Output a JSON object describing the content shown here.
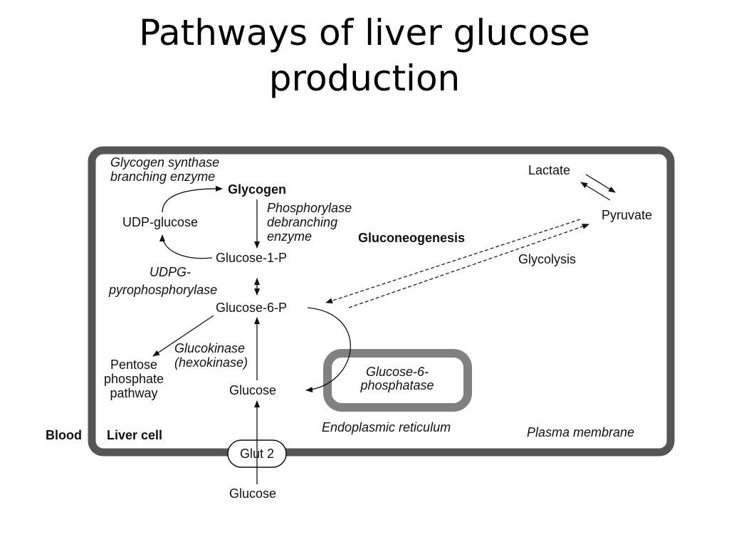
{
  "title": {
    "line1": "Pathways of liver glucose",
    "line2": "production"
  },
  "colors": {
    "membrane": "#555555",
    "er": "#808080",
    "text": "#111111"
  },
  "diagram": {
    "enzymes": {
      "glycogen_synthase_1": "Glycogen synthase",
      "glycogen_synthase_2": "branching enzyme",
      "phosphorylase_1": "Phosphorylase",
      "phosphorylase_2": "debranching",
      "phosphorylase_3": "enzyme",
      "udpg_1": "UDPG-",
      "udpg_2": "pyrophosphorylase",
      "glucokinase_1": "Glucokinase",
      "glucokinase_2": "(hexokinase)",
      "g6pase_1": "Glucose-6-",
      "g6pase_2": "phosphatase"
    },
    "metabolites": {
      "glycogen": "Glycogen",
      "udp_glucose": "UDP-glucose",
      "glucose_1_p": "Glucose-1-P",
      "glucose_6_p": "Glucose-6-P",
      "glucose_cell": "Glucose",
      "glucose_blood": "Glucose",
      "lactate": "Lactate",
      "pyruvate": "Pyruvate",
      "pentose_1": "Pentose",
      "pentose_2": "phosphate",
      "pentose_3": "pathway"
    },
    "pathways": {
      "gluconeogenesis": "Gluconeogenesis",
      "glycolysis": "Glycolysis"
    },
    "compartments": {
      "blood": "Blood",
      "liver_cell": "Liver cell",
      "er": "Endoplasmic reticulum",
      "plasma_membrane": "Plasma membrane"
    },
    "transporter": "Glut 2"
  }
}
